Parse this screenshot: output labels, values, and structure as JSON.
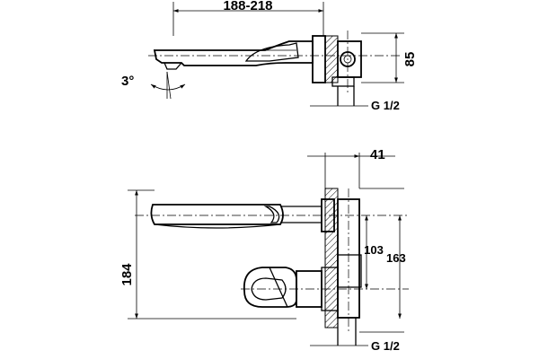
{
  "labels": {
    "top_width": "188-218",
    "angle": "3°",
    "top_height": "85",
    "top_thread": "G 1/2",
    "wall_depth": "41",
    "mid_height": "103",
    "right_height": "163",
    "left_height": "184",
    "bottom_thread": "G 1/2"
  }
}
